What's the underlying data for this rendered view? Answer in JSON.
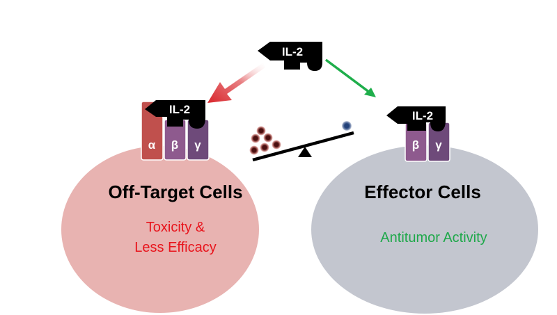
{
  "ligand": {
    "label": "IL-2"
  },
  "left_cell": {
    "title": "Off-Target Cells",
    "description_lines": [
      "Toxicity &",
      "Less Efficacy"
    ],
    "receptor": {
      "ligand_label": "IL-2",
      "subunits": [
        {
          "label": "α",
          "color": "#c0504d"
        },
        {
          "label": "β",
          "color": "#8e5a8e"
        },
        {
          "label": "γ",
          "color": "#6e4a7a"
        }
      ]
    }
  },
  "right_cell": {
    "title": "Effector Cells",
    "description_lines": [
      "Antitumor Activity"
    ],
    "receptor": {
      "ligand_label": "IL-2",
      "subunits": [
        {
          "label": "β",
          "color": "#8e5a8e"
        },
        {
          "label": "γ",
          "color": "#6e4a7a"
        }
      ]
    }
  },
  "colors": {
    "left_cell_fill": "#e8b3b1",
    "right_cell_fill": "#c3c6cf",
    "toxicity_text": "#e8141c",
    "antitumor_text": "#1ea84a",
    "red_arrow": "#d9262c",
    "green_arrow": "#1fae4b",
    "ligand_black": "#000000"
  },
  "balance": {
    "heavy_side": "left",
    "left_dots_count": 6,
    "right_dots_count": 1
  }
}
